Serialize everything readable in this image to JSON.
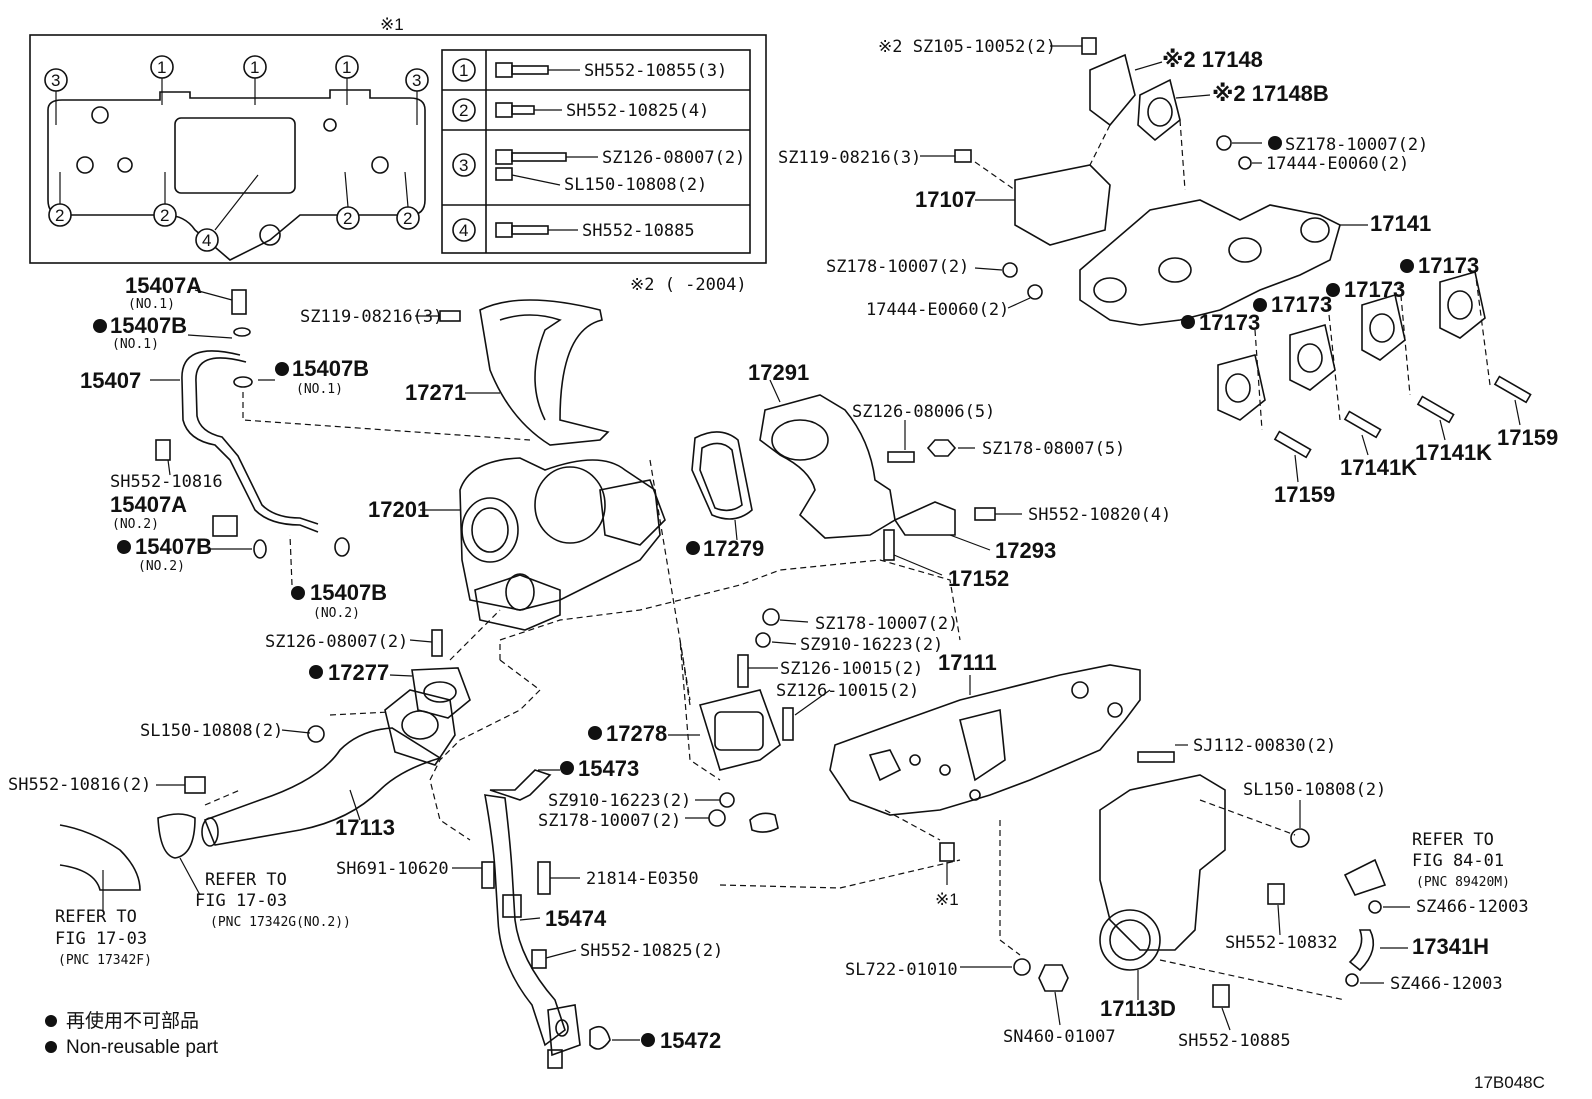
{
  "diagram_code": "17B048C",
  "note1_mark": "※1",
  "note2_mark": "※2",
  "note2_text": "※2 (      -2004)",
  "legend": {
    "jp": "再使用不可部品",
    "en": "Non-reusable part"
  },
  "inset": {
    "circled": [
      "1",
      "2",
      "3",
      "4"
    ],
    "rows": [
      {
        "num": "1",
        "text": "SH552-10855(3)"
      },
      {
        "num": "2",
        "text": "SH552-10825(4)"
      },
      {
        "num": "3",
        "text": "SZ126-08007(2)",
        "text2": "SL150-10808(2)"
      },
      {
        "num": "4",
        "text": "SH552-10885"
      }
    ]
  },
  "labels": {
    "l15407A_1": "15407A",
    "l15407A_1n": "(NO.1)",
    "l15407B_1": "15407B",
    "l15407B_1n": "(NO.1)",
    "l15407": "15407",
    "l15407B_2": "15407B",
    "l15407B_2n": "(NO.1)",
    "lSH552_10816": "SH552-10816",
    "l15407A_2": "15407A",
    "l15407A_2n": "(NO.2)",
    "l15407B_3": "15407B",
    "l15407B_3n": "(NO.2)",
    "l15407B_4": "15407B",
    "l15407B_4n": "(NO.2)",
    "lSZ119_a": "SZ119-08216(3)",
    "l17271": "17271",
    "l17201": "17201",
    "l17291": "17291",
    "l17279": "17279",
    "lSZ126_08006": "SZ126-08006(5)",
    "lSZ178_08007": "SZ178-08007(5)",
    "lSH552_10820": "SH552-10820(4)",
    "l17293": "17293",
    "l17152": "17152",
    "lSZ126_08007_2": "SZ126-08007(2)",
    "l17277": "17277",
    "lSL150_a": "SL150-10808(2)",
    "lSH552_10816_2": "SH552-10816(2)",
    "l17113": "17113",
    "lReferA": "REFER TO",
    "lReferA2": "FIG 17-03",
    "lReferA3": "(PNC 17342F)",
    "lReferB": "REFER TO",
    "lReferB2": "FIG 17-03",
    "lReferB3": "(PNC 17342G(NO.2))",
    "l15473": "15473",
    "lSZ910_a": "SZ910-16223(2)",
    "lSZ178_a": "SZ178-10007(2)",
    "lSH691": "SH691-10620",
    "l21814": "21814-E0350",
    "l15474": "15474",
    "lSH552_10825_2": "SH552-10825(2)",
    "l15472": "15472",
    "lSZ178_b": "SZ178-10007(2)",
    "lSZ910_b": "SZ910-16223(2)",
    "lSZ126_10015_a": "SZ126-10015(2)",
    "lSZ126_10015_b": "SZ126-10015(2)",
    "l17278": "17278",
    "l17111": "17111",
    "lSJ112": "SJ112-00830(2)",
    "lSL150_b": "SL150-10808(2)",
    "lReferC": "REFER TO",
    "lReferC2": "FIG 84-01",
    "lReferC3": "(PNC 89420M)",
    "lSZ466_a": "SZ466-12003",
    "l17341H": "17341H",
    "lSZ466_b": "SZ466-12003",
    "lSH552_10832": "SH552-10832",
    "lSL722": "SL722-01010",
    "lSN460": "SN460-01007",
    "l17113D": "17113D",
    "lSH552_10885": "SH552-10885",
    "lSZ105": "※2 SZ105-10052(2)",
    "l17148": "※2 17148",
    "l17148B": "※2 17148B",
    "lSZ119_b": "SZ119-08216(3)",
    "l17107": "17107",
    "lSZ178_c": "SZ178-10007(2)",
    "l17444_a": "17444-E0060(2)",
    "lSZ178_d": "SZ178-10007(2)",
    "l17444_b": "17444-E0060(2)",
    "l17141": "17141",
    "l17173_a": "17173",
    "l17173_b": "17173",
    "l17173_c": "17173",
    "l17173_d": "17173",
    "l17159_a": "17159",
    "l17159_b": "17159",
    "l17141K_a": "17141K",
    "l17141K_b": "17141K"
  }
}
